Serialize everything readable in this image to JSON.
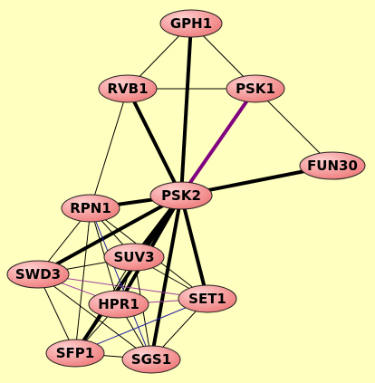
{
  "colors": {
    "background": "#ffffc0",
    "node_fill_light": "#ffd0d0",
    "node_fill_dark": "#ee7777",
    "node_stroke": "#202020",
    "edge_default": "#000000",
    "edge_purple": "#800080",
    "edge_violet": "#a040a0",
    "edge_blue": "#2020a0"
  },
  "nodes": [
    {
      "id": "GPH1",
      "label": "GPH1"
    },
    {
      "id": "RVB1",
      "label": "RVB1"
    },
    {
      "id": "PSK1",
      "label": "PSK1"
    },
    {
      "id": "FUN30",
      "label": "FUN30"
    },
    {
      "id": "PSK2",
      "label": "PSK2"
    },
    {
      "id": "RPN1",
      "label": "RPN1"
    },
    {
      "id": "SUV3",
      "label": "SUV3"
    },
    {
      "id": "SWD3",
      "label": "SWD3"
    },
    {
      "id": "HPR1",
      "label": "HPR1"
    },
    {
      "id": "SET1",
      "label": "SET1"
    },
    {
      "id": "SFP1",
      "label": "SFP1"
    },
    {
      "id": "SGS1",
      "label": "SGS1"
    }
  ],
  "edges": [
    {
      "source": "GPH1",
      "target": "RVB1",
      "weight": "thin",
      "color": "default"
    },
    {
      "source": "GPH1",
      "target": "PSK1",
      "weight": "thin",
      "color": "default"
    },
    {
      "source": "GPH1",
      "target": "PSK2",
      "weight": "thick",
      "color": "default"
    },
    {
      "source": "RVB1",
      "target": "PSK1",
      "weight": "thin",
      "color": "default"
    },
    {
      "source": "RVB1",
      "target": "PSK2",
      "weight": "thick",
      "color": "default"
    },
    {
      "source": "RVB1",
      "target": "RPN1",
      "weight": "thin",
      "color": "default"
    },
    {
      "source": "PSK1",
      "target": "PSK2",
      "weight": "thick",
      "color": "purple"
    },
    {
      "source": "PSK1",
      "target": "FUN30",
      "weight": "thin",
      "color": "default"
    },
    {
      "source": "FUN30",
      "target": "PSK2",
      "weight": "thick",
      "color": "default"
    },
    {
      "source": "PSK2",
      "target": "RPN1",
      "weight": "thick",
      "color": "default"
    },
    {
      "source": "PSK2",
      "target": "SWD3",
      "weight": "thick",
      "color": "default"
    },
    {
      "source": "PSK2",
      "target": "SUV3",
      "weight": "thick",
      "color": "default"
    },
    {
      "source": "PSK2",
      "target": "HPR1",
      "weight": "thick",
      "color": "default"
    },
    {
      "source": "PSK2",
      "target": "SET1",
      "weight": "thick",
      "color": "default"
    },
    {
      "source": "PSK2",
      "target": "SGS1",
      "weight": "thick",
      "color": "default"
    },
    {
      "source": "PSK2",
      "target": "SFP1",
      "weight": "thick",
      "color": "default"
    },
    {
      "source": "RPN1",
      "target": "SWD3",
      "weight": "thin",
      "color": "default"
    },
    {
      "source": "RPN1",
      "target": "SUV3",
      "weight": "thin",
      "color": "default"
    },
    {
      "source": "RPN1",
      "target": "HPR1",
      "weight": "thin",
      "color": "default"
    },
    {
      "source": "RPN1",
      "target": "SFP1",
      "weight": "thin",
      "color": "default"
    },
    {
      "source": "RPN1",
      "target": "SET1",
      "weight": "thin",
      "color": "default"
    },
    {
      "source": "SWD3",
      "target": "SUV3",
      "weight": "thin",
      "color": "default"
    },
    {
      "source": "SWD3",
      "target": "HPR1",
      "weight": "thin",
      "color": "violet"
    },
    {
      "source": "SWD3",
      "target": "SET1",
      "weight": "thin",
      "color": "violet"
    },
    {
      "source": "SWD3",
      "target": "SFP1",
      "weight": "thin",
      "color": "default"
    },
    {
      "source": "SWD3",
      "target": "SGS1",
      "weight": "thin",
      "color": "default"
    },
    {
      "source": "SUV3",
      "target": "HPR1",
      "weight": "thin",
      "color": "default"
    },
    {
      "source": "SUV3",
      "target": "SET1",
      "weight": "thin",
      "color": "default"
    },
    {
      "source": "SUV3",
      "target": "SFP1",
      "weight": "thin",
      "color": "default"
    },
    {
      "source": "SUV3",
      "target": "SGS1",
      "weight": "thin",
      "color": "default"
    },
    {
      "source": "HPR1",
      "target": "SET1",
      "weight": "thin",
      "color": "violet"
    },
    {
      "source": "HPR1",
      "target": "SFP1",
      "weight": "thin",
      "color": "default"
    },
    {
      "source": "HPR1",
      "target": "SGS1",
      "weight": "thin",
      "color": "default"
    },
    {
      "source": "SET1",
      "target": "SFP1",
      "weight": "thin",
      "color": "blue"
    },
    {
      "source": "SET1",
      "target": "SGS1",
      "weight": "thin",
      "color": "default"
    },
    {
      "source": "SFP1",
      "target": "SGS1",
      "weight": "thin",
      "color": "default"
    },
    {
      "source": "RPN1",
      "target": "SGS1",
      "weight": "thin",
      "color": "blue"
    }
  ]
}
